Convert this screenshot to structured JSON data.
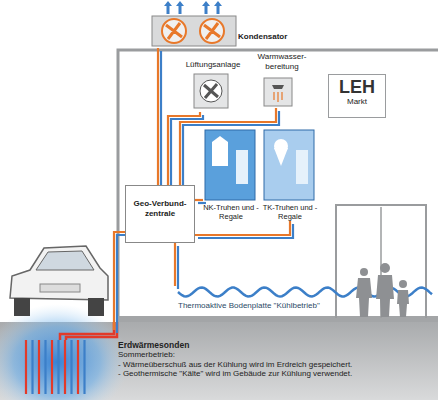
{
  "diagram": {
    "nodes": [
      {
        "text": [
          "Kondensator"
        ]
      },
      {
        "text": [
          "LEH",
          "Markt"
        ]
      },
      {
        "text": [
          "Lüftungsanlage"
        ]
      },
      {
        "text": [
          "Warmwasser- bereitung"
        ]
      },
      {
        "text": [
          "Geo-Verbund- zentrale"
        ]
      },
      {
        "text": [
          "NK-Truhen und -Regale"
        ]
      },
      {
        "text": [
          "TK-Truhen und -Regale"
        ]
      },
      {
        "text": [
          "Thermoaktive Bodenplatte \"Kühlbetrieb\""
        ]
      },
      {
        "text": [
          "Erdwärmesonden",
          "Sommerbetrieb:",
          "- Wärmeüberschuß aus der Kühlung wird im Erdreich gespeichert.",
          "- Geothermische \"Kälte\" wird im Gebäude zur Kühlung verwendet."
        ]
      }
    ],
    "edges": [
      {
        "from": 4,
        "to": 0,
        "arrow": "none"
      },
      {
        "from": 4,
        "to": 2,
        "arrow": "none"
      },
      {
        "from": 4,
        "to": 3,
        "arrow": "none"
      },
      {
        "from": 4,
        "to": 5,
        "arrow": "none"
      },
      {
        "from": 4,
        "to": 6,
        "arrow": "none"
      },
      {
        "from": 4,
        "to": 7,
        "arrow": "none"
      },
      {
        "from": 4,
        "to": 8,
        "arrow": "none"
      }
    ]
  }
}
